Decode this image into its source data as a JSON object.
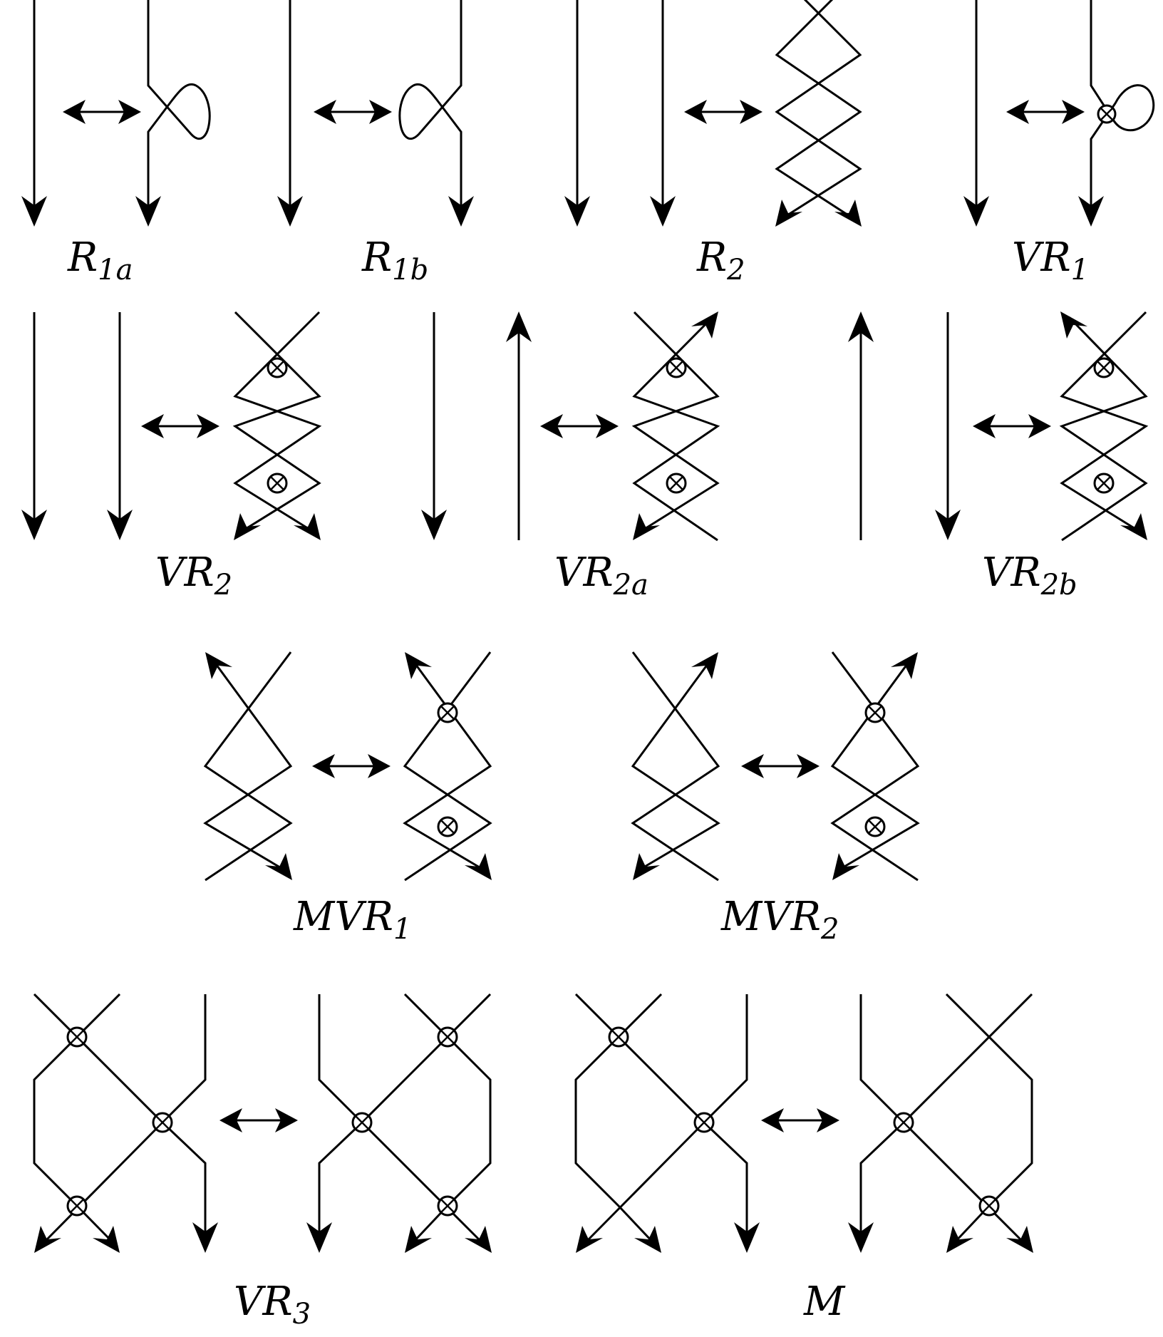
{
  "moves": [
    {
      "id": "R1a",
      "name": "R",
      "sub": "1a"
    },
    {
      "id": "R1b",
      "name": "R",
      "sub": "1b"
    },
    {
      "id": "R2",
      "name": "R",
      "sub": "2"
    },
    {
      "id": "VR1",
      "name": "VR",
      "sub": "1"
    },
    {
      "id": "VR2",
      "name": "VR",
      "sub": "2"
    },
    {
      "id": "VR2a",
      "name": "VR",
      "sub": "2a"
    },
    {
      "id": "VR2b",
      "name": "VR",
      "sub": "2b"
    },
    {
      "id": "MVR1",
      "name": "MVR",
      "sub": "1"
    },
    {
      "id": "MVR2",
      "name": "MVR",
      "sub": "2"
    },
    {
      "id": "VR3",
      "name": "VR",
      "sub": "3"
    },
    {
      "id": "M",
      "name": "M",
      "sub": ""
    }
  ],
  "crossing_types": {
    "classical": "classical crossing (plain intersection)",
    "virtual": "virtual crossing (circled ⊗)"
  }
}
